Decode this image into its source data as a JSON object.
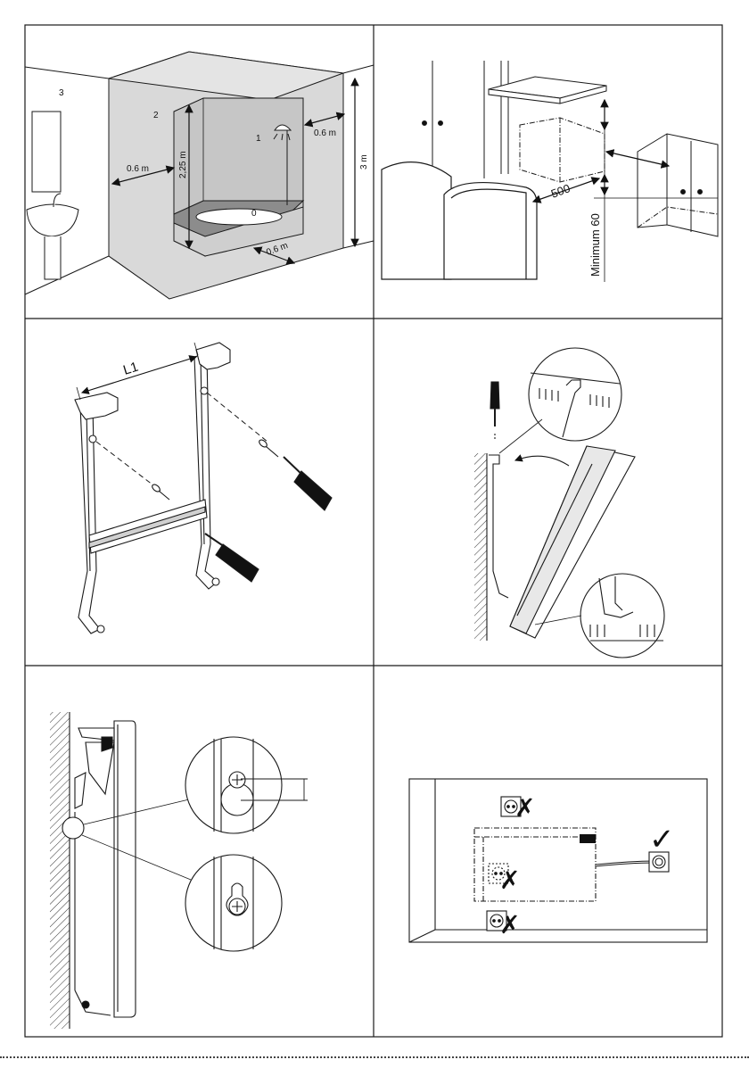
{
  "panels": {
    "bathroom": {
      "zone_0": "0",
      "zone_1": "1",
      "zone_2": "2",
      "zone_3": "3",
      "dim_height_total": "3 m",
      "dim_height_zone": "2,25 m",
      "dim_side_left": "0.6 m",
      "dim_side_right": "0.6 m",
      "dim_front": "0.6 m"
    },
    "clearance": {
      "dim_depth": "500",
      "dim_minimum": "Minimum 60"
    },
    "bracket": {
      "dim_l1": "L1"
    },
    "socket": {
      "cross_mark": "✗",
      "check_mark": "✓"
    }
  },
  "colors": {
    "line": "#1a1a1a",
    "zone_fill": "#d6d6d6",
    "zone_fill_dark": "#c4c4c4",
    "tub_top": "#8c8c8c"
  }
}
